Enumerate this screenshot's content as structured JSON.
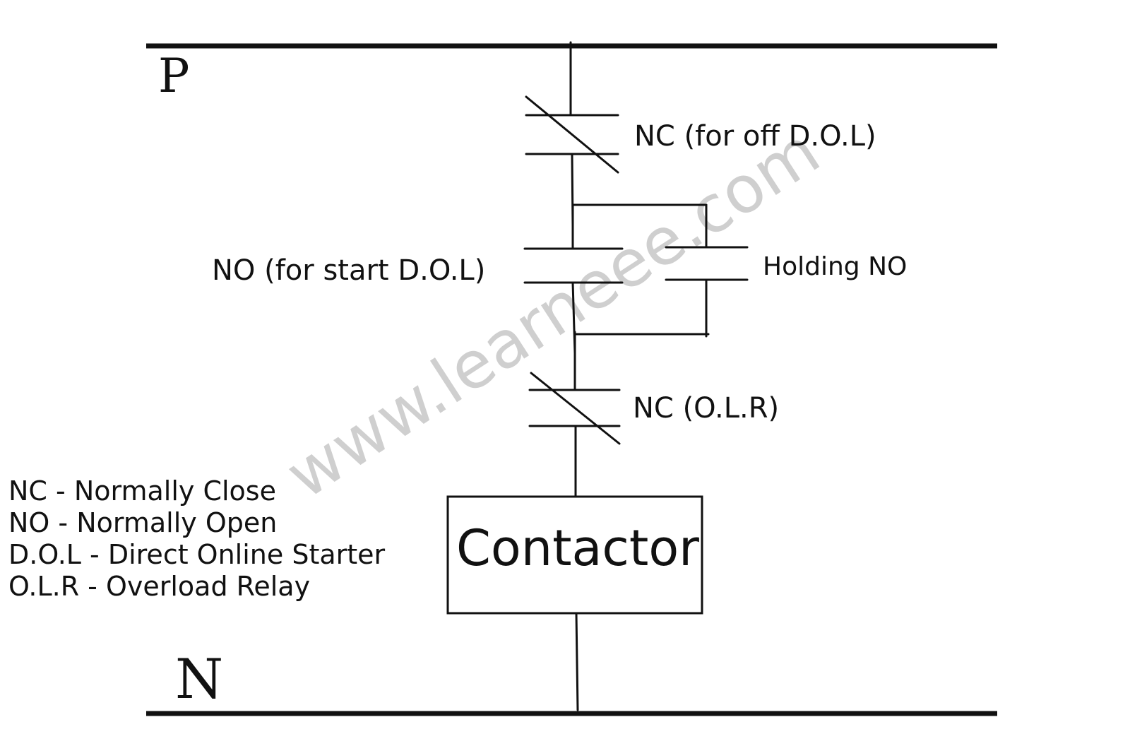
{
  "rails": {
    "positive": "P",
    "neutral": "N"
  },
  "contacts": {
    "stop_nc": "NC (for off D.O.L)",
    "start_no": "NO (for start D.O.L)",
    "holding_no": "Holding NO",
    "olr_nc": "NC (O.L.R)"
  },
  "contactor": {
    "label": "Contactor"
  },
  "legend": [
    "NC - Normally Close",
    "NO - Normally Open",
    "D.O.L - Direct Online Starter",
    "O.L.R - Overload Relay"
  ],
  "watermark": "www.learneee.com",
  "colors": {
    "ink": "#111111",
    "watermark": "#cfcfcf",
    "background": "#ffffff"
  }
}
